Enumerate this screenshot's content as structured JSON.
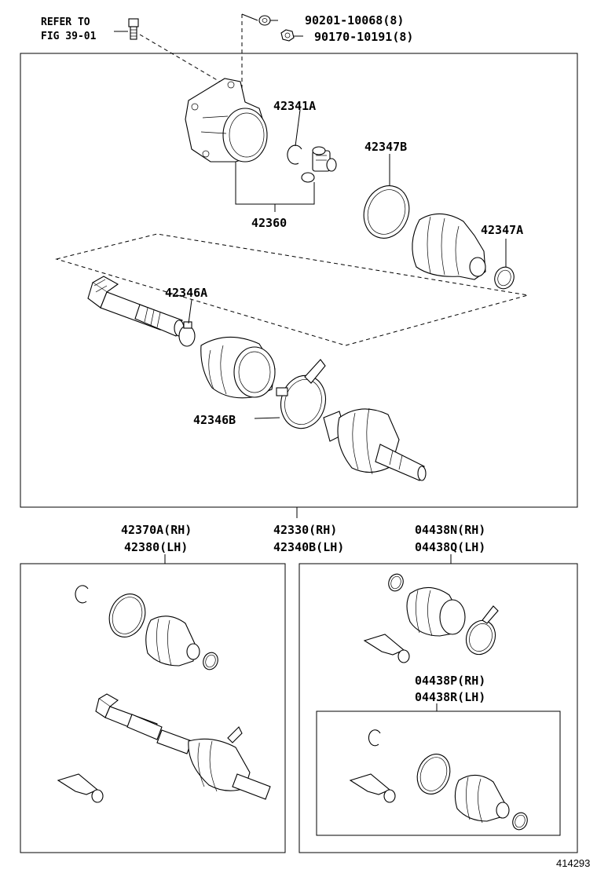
{
  "refer": {
    "line1": "REFER TO",
    "line2": "FIG 39-01"
  },
  "callouts": {
    "bolt1": "90201-10068(8)",
    "bolt2": "90170-10191(8)",
    "c42341A": "42341A",
    "c42347B": "42347B",
    "c42360": "42360",
    "c42347A": "42347A",
    "c42346A": "42346A",
    "c42346B": "42346B"
  },
  "groups": {
    "left": {
      "line1": "42370A(RH)",
      "line2": "42380(LH)"
    },
    "center": {
      "line1": "42330(RH)",
      "line2": "42340B(LH)"
    },
    "right": {
      "line1": "04438N(RH)",
      "line2": "04438Q(LH)"
    },
    "inner": {
      "line1": "04438P(RH)",
      "line2": "04438R(LH)"
    }
  },
  "diagram_id": "414293"
}
